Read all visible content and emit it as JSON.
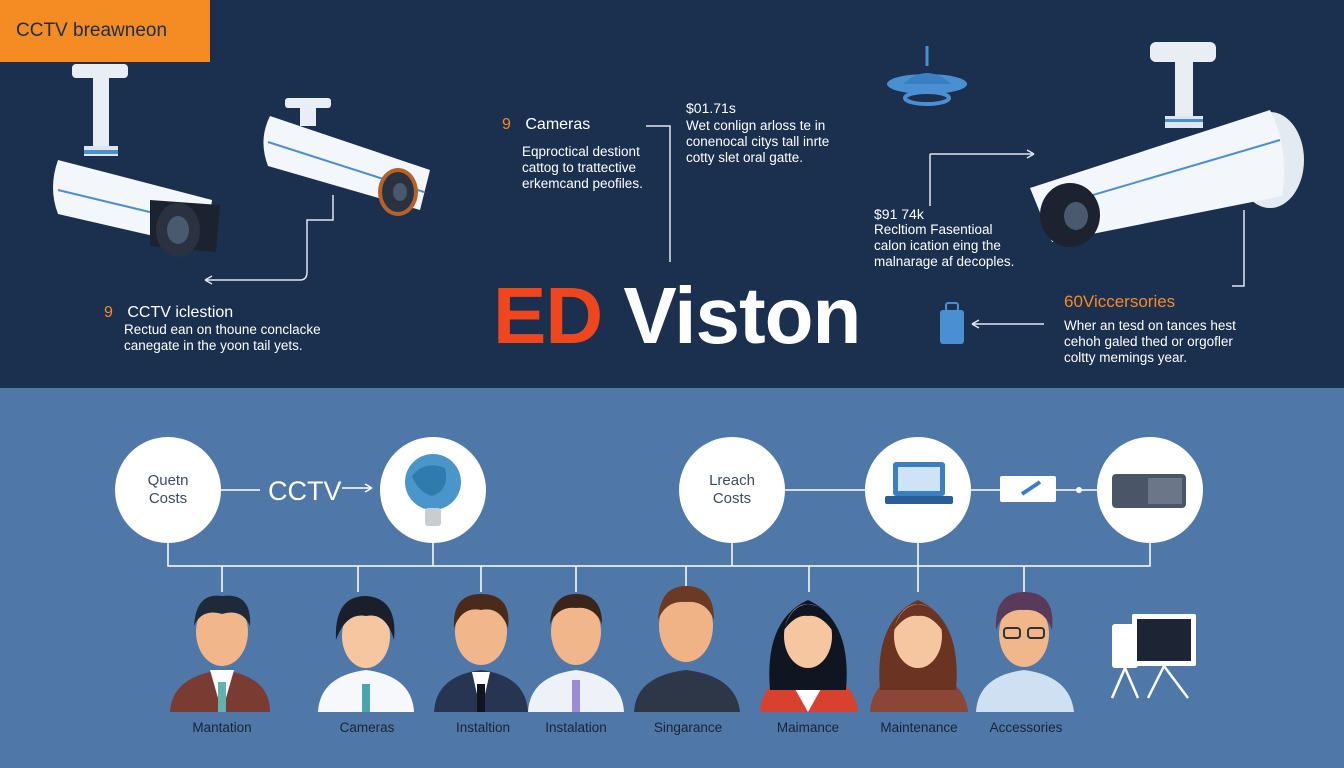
{
  "header": {
    "tag": "CCTV breawneon"
  },
  "hero": {
    "part1": "ED",
    "part2": "Viston"
  },
  "annotations": {
    "cameras": {
      "num": "9",
      "title": "Cameras",
      "body": [
        "Eqproctical destiont",
        "cattog to trattective",
        "erkemcand peofiles."
      ]
    },
    "price1": {
      "title": "$01.71s",
      "body": [
        "Wet conlign arloss te in",
        "conenocal citys tall inrte",
        "cotty slet oral gatte."
      ]
    },
    "price2": {
      "title": "$91 74k",
      "body": [
        "Recltiom Fasentioal",
        "calon ication eing the",
        "malnarage af decoples."
      ]
    },
    "selection": {
      "num": "9",
      "title": "CCTV iclestion",
      "body": [
        "Rectud ean on thoune conclacke",
        "canegate in the yoon tail yets."
      ]
    },
    "accessories": {
      "title": "60Viccersories",
      "body": [
        "Wher an tesd on tances hest",
        "cehoh galed thed or orgofler",
        "coltty memings year."
      ]
    }
  },
  "flow": {
    "circle1": [
      "Quetn",
      "Costs"
    ],
    "cctv_word": "CCTV",
    "circle2": [
      "Lreach",
      "Costs"
    ]
  },
  "people": [
    {
      "label": "Mantation"
    },
    {
      "label": "Cameras"
    },
    {
      "label": "Instaltion"
    },
    {
      "label": "Instalation"
    },
    {
      "label": "Singarance"
    },
    {
      "label": "Maimance"
    },
    {
      "label": "Maintenance"
    },
    {
      "label": "Accessories"
    }
  ],
  "colors": {
    "navy": "#1b2f4f",
    "blue": "#4f78a8",
    "orange": "#f48b23",
    "red": "#f0461d"
  }
}
